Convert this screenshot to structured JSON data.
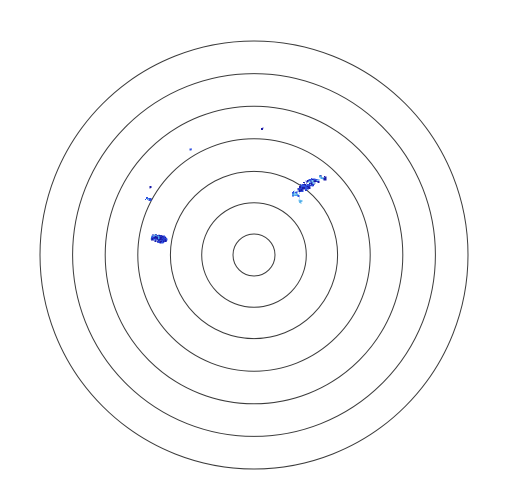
{
  "colors": {
    "background": "#ffffff",
    "ring_stroke": "#3a3a3a",
    "echo_strong": "#1a1aa8",
    "echo_mid": "#2f4fe0",
    "echo_light": "#4aa8e8",
    "echo_faint": "#7fc8f0"
  },
  "range_rings": {
    "count": 7,
    "spacing": "equal"
  },
  "echoes": [
    {
      "name": "echo-cluster-northeast",
      "intensity": "strong"
    },
    {
      "name": "echo-cluster-west",
      "intensity": "strong"
    },
    {
      "name": "echo-speck-northwest",
      "intensity": "faint"
    },
    {
      "name": "echo-speck-north",
      "intensity": "faint"
    }
  ]
}
